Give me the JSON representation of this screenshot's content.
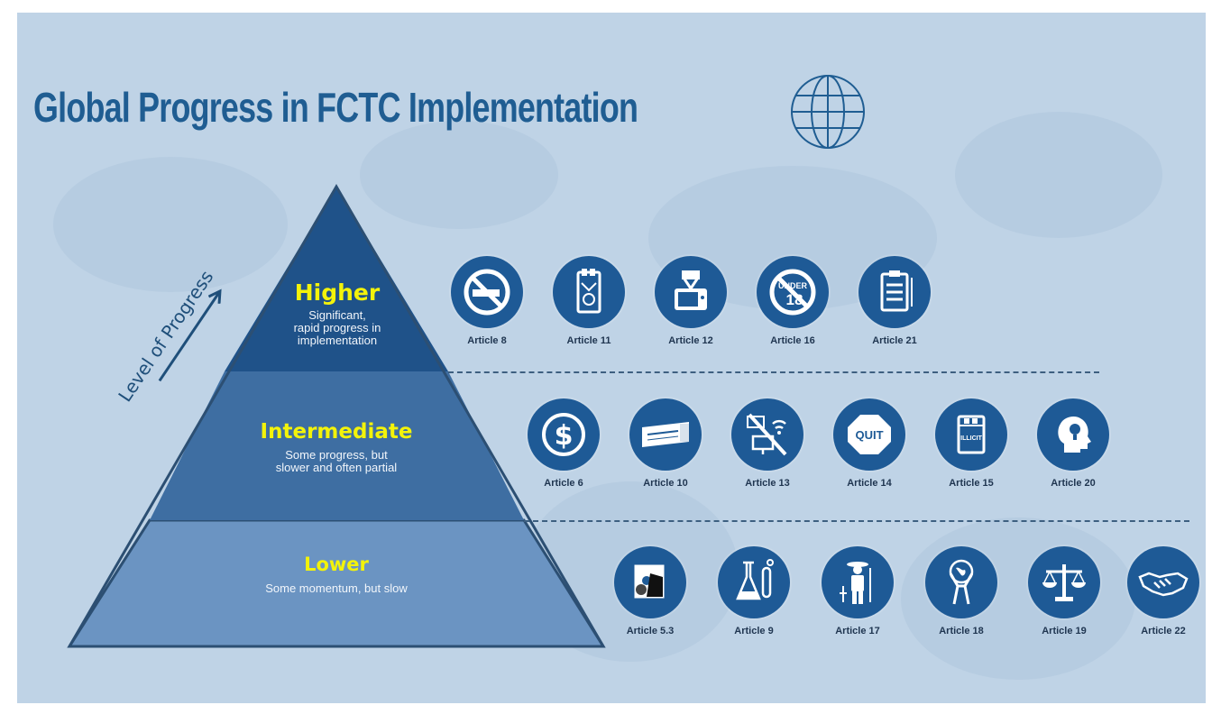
{
  "title": "Global Progress in FCTC Implementation",
  "level_label": "Level of Progress",
  "tiers": [
    {
      "name": "Higher",
      "description": [
        "Significant,",
        "rapid progress in",
        "implementation"
      ]
    },
    {
      "name": "Intermediate",
      "description": [
        "Some progress, but",
        "slower and often partial"
      ]
    },
    {
      "name": "Lower",
      "description": [
        "Some momentum, but slow"
      ]
    }
  ],
  "rows": [
    {
      "articles": [
        {
          "label": "Article 8",
          "icon": "no-smoking-icon"
        },
        {
          "label": "Article 11",
          "icon": "cigarette-pack-warning-icon"
        },
        {
          "label": "Article 12",
          "icon": "television-education-icon"
        },
        {
          "label": "Article 16",
          "icon": "under-18-prohibited-icon"
        },
        {
          "label": "Article 21",
          "icon": "clipboard-report-icon"
        }
      ]
    },
    {
      "articles": [
        {
          "label": "Article 6",
          "icon": "dollar-tax-icon"
        },
        {
          "label": "Article 10",
          "icon": "product-disclosure-icon"
        },
        {
          "label": "Article 13",
          "icon": "advertising-ban-icon"
        },
        {
          "label": "Article 14",
          "icon": "quit-sign-icon",
          "text": "QUIT"
        },
        {
          "label": "Article 15",
          "icon": "illicit-pack-icon",
          "text": "ILLICIT"
        },
        {
          "label": "Article 20",
          "icon": "research-head-icon"
        }
      ]
    },
    {
      "articles": [
        {
          "label": "Article 5.3",
          "icon": "industry-interference-icon"
        },
        {
          "label": "Article 9",
          "icon": "lab-flask-icon"
        },
        {
          "label": "Article 17",
          "icon": "farmer-alternative-icon"
        },
        {
          "label": "Article 18",
          "icon": "environment-globe-icon"
        },
        {
          "label": "Article 19",
          "icon": "liability-scales-icon"
        },
        {
          "label": "Article 22",
          "icon": "cooperation-handshake-icon"
        }
      ]
    }
  ],
  "colors": {
    "background": "#bfd3e6",
    "title": "#1f5d92",
    "tier_top": "#1f5289",
    "tier_mid": "#3e6ea2",
    "tier_low": "#6b94c2",
    "tier_name": "#f3f30a",
    "icon_circle": "#1e5a96"
  }
}
